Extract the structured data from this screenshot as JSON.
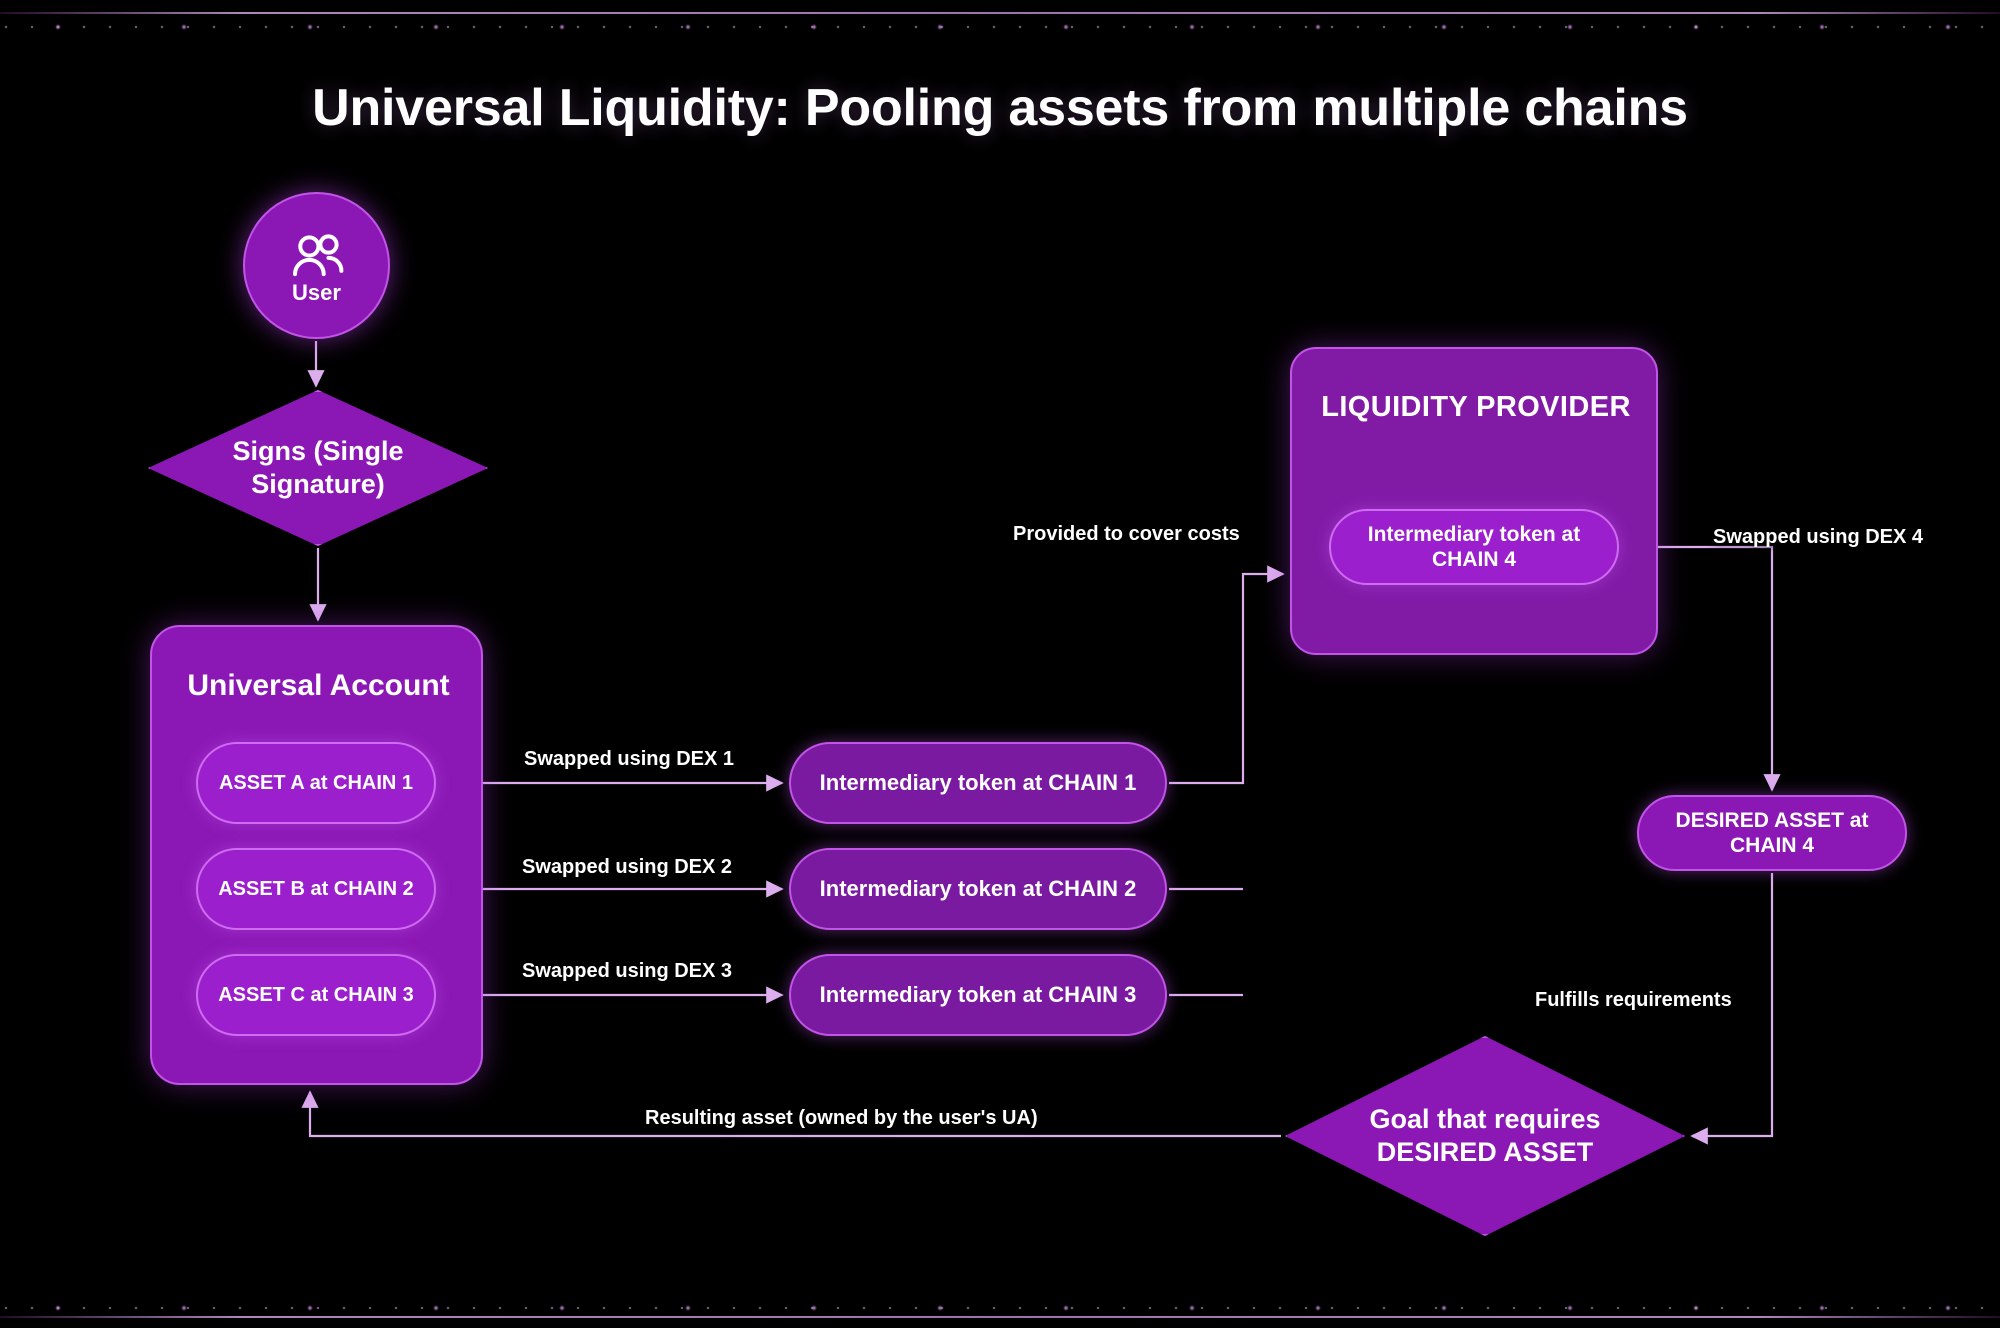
{
  "page": {
    "title": "Universal Liquidity: Pooling assets from multiple chains",
    "background_color": "#000000",
    "accent_color": "#8B18B4",
    "edge_color": "#e8b6f5"
  },
  "nodes": {
    "user": {
      "label": "User",
      "icon": "users-icon"
    },
    "signs": {
      "label": "Signs (Single Signature)",
      "line1": "Signs (Single",
      "line2": "Signature)"
    },
    "universal_account": {
      "title": "Universal Account",
      "assets": [
        {
          "label": "ASSET A at CHAIN 1"
        },
        {
          "label": "ASSET B at CHAIN 2"
        },
        {
          "label": "ASSET C at CHAIN 3"
        }
      ]
    },
    "intermediary_tokens": [
      {
        "label": "Intermediary token at CHAIN 1"
      },
      {
        "label": "Intermediary token at CHAIN 2"
      },
      {
        "label": "Intermediary token at CHAIN 3"
      }
    ],
    "liquidity_provider": {
      "title": "LIQUIDITY PROVIDER",
      "token_line1": "Intermediary token at",
      "token_line2": "CHAIN 4"
    },
    "desired_asset": {
      "line1": "DESIRED ASSET at",
      "line2": "CHAIN 4"
    },
    "goal": {
      "line1": "Goal that requires",
      "line2": "DESIRED ASSET"
    }
  },
  "edge_labels": {
    "dex1": "Swapped using DEX 1",
    "dex2": "Swapped using DEX 2",
    "dex3": "Swapped using DEX 3",
    "dex4": "Swapped using DEX 4",
    "provided": "Provided to cover costs",
    "fulfills": "Fulfills requirements",
    "resulting": "Resulting asset (owned by the user's UA)"
  }
}
